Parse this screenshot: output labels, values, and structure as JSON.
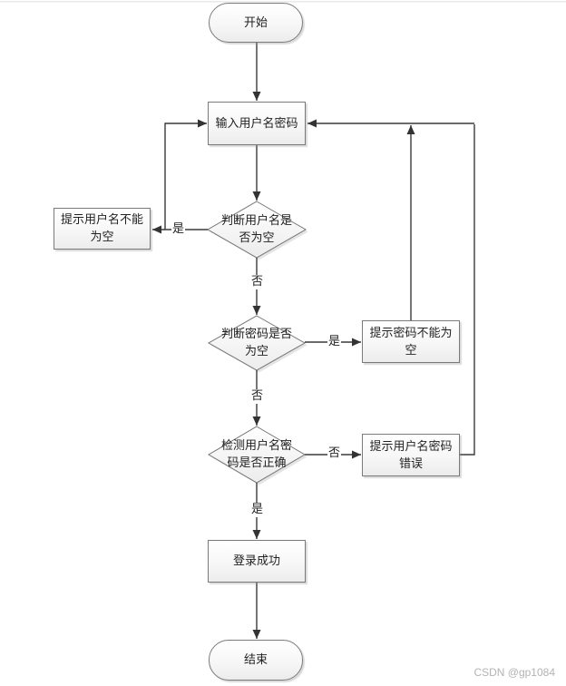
{
  "page": {
    "watermark": "CSDN @gp1084"
  },
  "flowchart": {
    "title": "login-process-flowchart",
    "colors": {
      "line": "#3a3a3a",
      "node_border": "#7a7a7a",
      "node_fill_top": "#ffffff",
      "node_fill_bottom": "#ececec",
      "node_shadow": "#d6d6d6",
      "text": "#222222",
      "watermark": "#b3b3b3"
    },
    "nodes": {
      "start": {
        "type": "terminator",
        "label": "开始"
      },
      "input_credentials": {
        "type": "process",
        "label": "输入用户名密码"
      },
      "check_username_empty": {
        "type": "decision",
        "label": "判断用户名是\n否为空"
      },
      "prompt_username_empty": {
        "type": "process",
        "label": "提示用户名不能\n为空"
      },
      "check_password_empty": {
        "type": "decision",
        "label": "判断密码是否\n为空"
      },
      "prompt_password_empty": {
        "type": "process",
        "label": "提示密码不能为\n空"
      },
      "check_credentials_correct": {
        "type": "decision",
        "label": "检测用户名密\n码是否正确"
      },
      "prompt_credentials_wrong": {
        "type": "process",
        "label": "提示用户名密码\n错误"
      },
      "login_success": {
        "type": "process",
        "label": "登录成功"
      },
      "end": {
        "type": "terminator",
        "label": "结束"
      }
    },
    "edges": [
      {
        "from": "start",
        "to": "input_credentials",
        "label": ""
      },
      {
        "from": "input_credentials",
        "to": "check_username_empty",
        "label": ""
      },
      {
        "from": "check_username_empty",
        "to": "prompt_username_empty",
        "label": "是"
      },
      {
        "from": "prompt_username_empty",
        "to": "input_credentials",
        "label": ""
      },
      {
        "from": "check_username_empty",
        "to": "check_password_empty",
        "label": "否"
      },
      {
        "from": "check_password_empty",
        "to": "prompt_password_empty",
        "label": "是"
      },
      {
        "from": "prompt_password_empty",
        "to": "input_credentials",
        "label": ""
      },
      {
        "from": "check_password_empty",
        "to": "check_credentials_correct",
        "label": "否"
      },
      {
        "from": "check_credentials_correct",
        "to": "prompt_credentials_wrong",
        "label": "否"
      },
      {
        "from": "prompt_credentials_wrong",
        "to": "input_credentials",
        "label": ""
      },
      {
        "from": "check_credentials_correct",
        "to": "login_success",
        "label": "是"
      },
      {
        "from": "login_success",
        "to": "end",
        "label": ""
      }
    ]
  }
}
